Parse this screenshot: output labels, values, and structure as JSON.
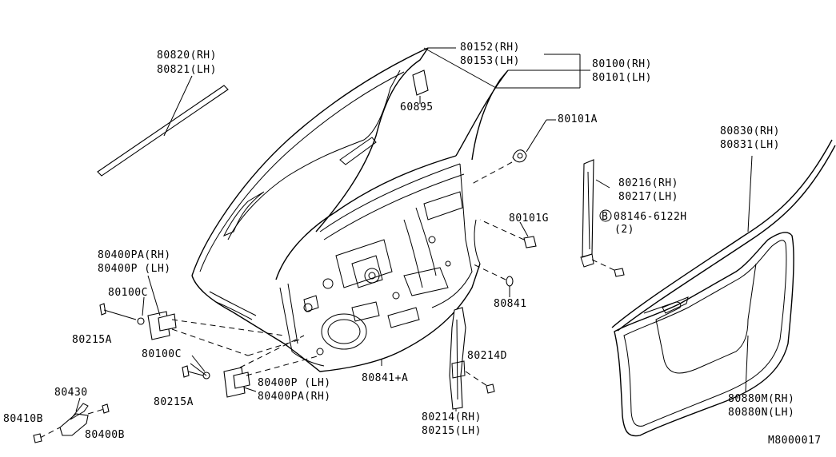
{
  "diagram_id": "M8000017",
  "labels": {
    "p80820": "80820(RH)",
    "p80821": "80821(LH)",
    "p80152": "80152(RH)",
    "p80153": "80153(LH)",
    "p80100": "80100(RH)",
    "p80101": "80101(LH)",
    "p60895": "60895",
    "p80101A": "80101A",
    "p80830": "80830(RH)",
    "p80831": "80831(LH)",
    "p80216": "80216(RH)",
    "p80217": "80217(LH)",
    "p08146": "08146-6122H",
    "p08146_qty": "(2)",
    "bolt_marker": "B",
    "p80101G": "80101G",
    "p80841": "80841",
    "p80400PA_rh": "80400PA(RH)",
    "p80400P_lh": "80400P (LH)",
    "p80100C_a": "80100C",
    "p80215A_a": "80215A",
    "p80100C_b": "80100C",
    "p80841A": "80841+A",
    "p80400P_lh_b": "80400P (LH)",
    "p80400PA_rh_b": "80400PA(RH)",
    "p80215A_b": "80215A",
    "p80214D": "80214D",
    "p80214": "80214(RH)",
    "p80215": "80215(LH)",
    "p80430": "80430",
    "p80410B": "80410B",
    "p80400B": "80400B",
    "p80880M": "80880M(RH)",
    "p80880N": "80880N(LH)"
  }
}
